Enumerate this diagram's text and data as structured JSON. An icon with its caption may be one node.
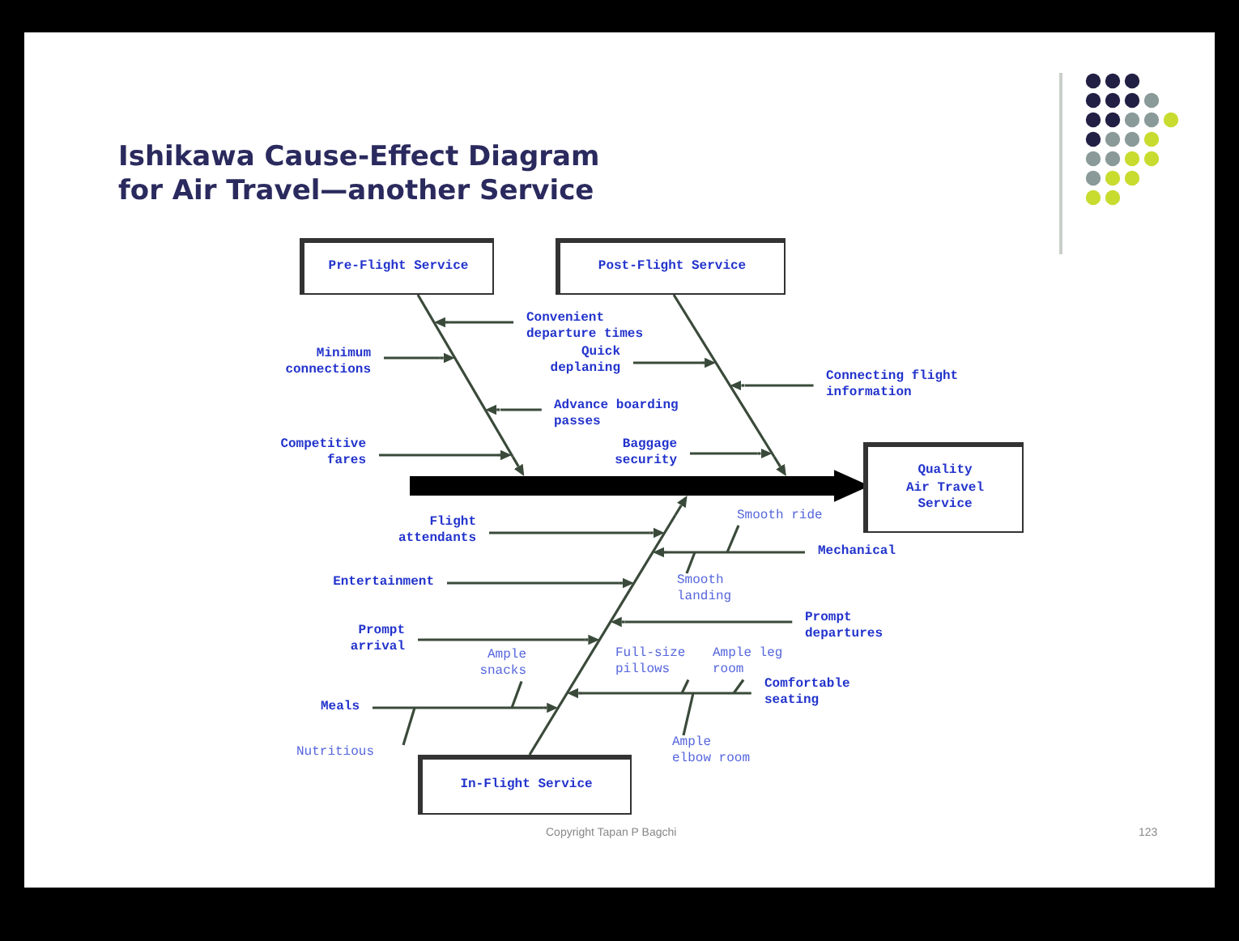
{
  "diagram": {
    "title": "Ishikawa Cause-Effect Diagram for Air Travel—another Service",
    "nodes": [
      {
        "text": [
          "Pre-Flight Service"
        ]
      },
      {
        "text": [
          "Post-Flight Service"
        ]
      },
      {
        "text": [
          "Quality Air Travel Service"
        ]
      },
      {
        "text": [
          "In-Flight Service"
        ]
      },
      {
        "text": [
          "Convenient departure times"
        ]
      },
      {
        "text": [
          "Minimum connections"
        ]
      },
      {
        "text": [
          "Quick deplaning"
        ]
      },
      {
        "text": [
          "Connecting flight information"
        ]
      },
      {
        "text": [
          "Advance boarding passes"
        ]
      },
      {
        "text": [
          "Competitive fares"
        ]
      },
      {
        "text": [
          "Baggage security"
        ]
      },
      {
        "text": [
          "Flight attendants"
        ]
      },
      {
        "text": [
          "Entertainment"
        ]
      },
      {
        "text": [
          "Prompt arrival"
        ]
      },
      {
        "text": [
          "Meals"
        ]
      },
      {
        "text": [
          "Mechanical"
        ]
      },
      {
        "text": [
          "Prompt departures"
        ]
      },
      {
        "text": [
          "Comfortable seating"
        ]
      },
      {
        "text": [
          "Smooth ride"
        ]
      },
      {
        "text": [
          "Smooth landing"
        ]
      },
      {
        "text": [
          "Ample snacks"
        ]
      },
      {
        "text": [
          "Full-size pillows"
        ]
      },
      {
        "text": [
          "Ample leg room"
        ]
      },
      {
        "text": [
          "Nutritious"
        ]
      },
      {
        "text": [
          "Ample elbow room"
        ]
      },
      {
        "text": [],
        "shape": "bar"
      },
      {
        "text": [],
        "shape": "line"
      },
      {
        "text": [],
        "shape": "line"
      },
      {
        "text": [],
        "shape": "line"
      }
    ],
    "edges": [
      {
        "from": 26,
        "to": 25,
        "arrow": "to"
      },
      {
        "from": 27,
        "to": 25,
        "arrow": "to"
      },
      {
        "from": 28,
        "to": 25,
        "arrow": "to"
      },
      {
        "from": 25,
        "to": 2,
        "arrow": "to",
        "style": "thick"
      },
      {
        "from": 4,
        "to": 26,
        "arrow": "to"
      },
      {
        "from": 5,
        "to": 26,
        "arrow": "to"
      },
      {
        "from": 6,
        "to": 27,
        "arrow": "to"
      },
      {
        "from": 7,
        "to": 27,
        "arrow": "to"
      },
      {
        "from": 8,
        "to": 26,
        "arrow": "to"
      },
      {
        "from": 9,
        "to": 26,
        "arrow": "to"
      },
      {
        "from": 10,
        "to": 27,
        "arrow": "to"
      },
      {
        "from": 11,
        "to": 28,
        "arrow": "to"
      },
      {
        "from": 12,
        "to": 28,
        "arrow": "to"
      },
      {
        "from": 13,
        "to": 28,
        "arrow": "to"
      },
      {
        "from": 14,
        "to": 28,
        "arrow": "to"
      },
      {
        "from": 15,
        "to": 28,
        "arrow": "to"
      },
      {
        "from": 16,
        "to": 28,
        "arrow": "to"
      },
      {
        "from": 17,
        "to": 28,
        "arrow": "to"
      },
      {
        "from": 18,
        "to": 15,
        "arrow": "none"
      },
      {
        "from": 19,
        "to": 15,
        "arrow": "none"
      },
      {
        "from": 20,
        "to": 14,
        "arrow": "none"
      },
      {
        "from": 21,
        "to": 17,
        "arrow": "none"
      },
      {
        "from": 22,
        "to": 17,
        "arrow": "none"
      },
      {
        "from": 23,
        "to": 14,
        "arrow": "none"
      },
      {
        "from": 24,
        "to": 17,
        "arrow": "none"
      }
    ],
    "labels": [
      "Copyright Tapan P Bagchi",
      "123"
    ]
  }
}
